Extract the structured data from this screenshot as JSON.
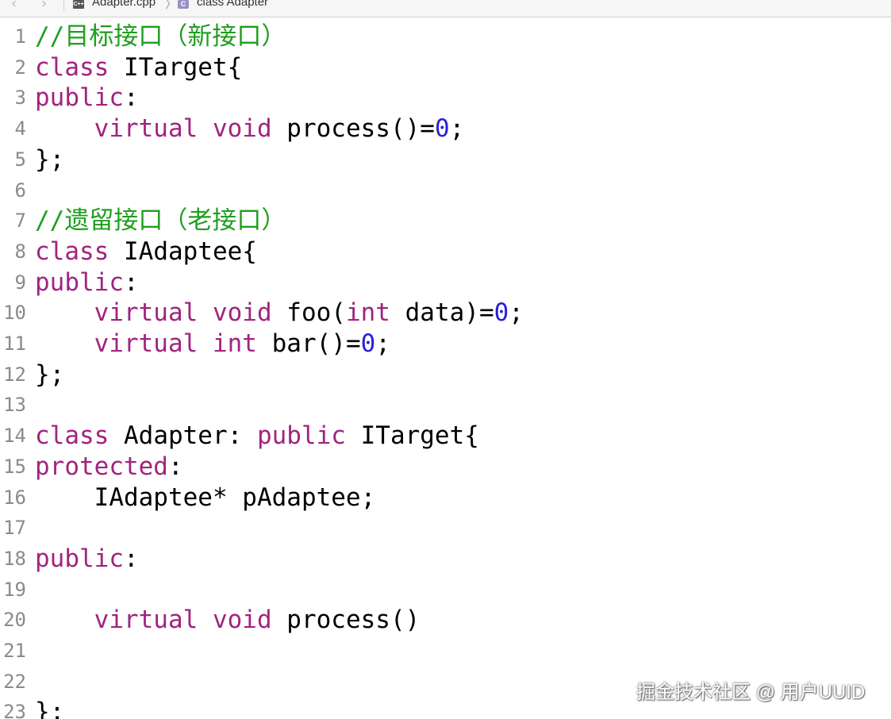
{
  "breadcrumb": {
    "file_icon_label": "C++",
    "file_name": "Adapter.cpp",
    "separator": "〉",
    "class_icon_label": "C",
    "class_name": "class Adapter"
  },
  "colors": {
    "comment": "#1f9e1f",
    "keyword": "#a1247f",
    "number": "#2a1fd6",
    "plain": "#000000",
    "gutter": "#8a8a8a"
  },
  "code_lines": [
    {
      "number": "1",
      "tokens": [
        {
          "t": "comment",
          "v": "//目标接口（新接口）"
        }
      ]
    },
    {
      "number": "2",
      "tokens": [
        {
          "t": "kw",
          "v": "class"
        },
        {
          "t": "plain",
          "v": " ITarget{"
        }
      ]
    },
    {
      "number": "3",
      "tokens": [
        {
          "t": "kw",
          "v": "public"
        },
        {
          "t": "plain",
          "v": ":"
        }
      ]
    },
    {
      "number": "4",
      "tokens": [
        {
          "t": "plain",
          "v": "    "
        },
        {
          "t": "kw",
          "v": "virtual"
        },
        {
          "t": "plain",
          "v": " "
        },
        {
          "t": "kw",
          "v": "void"
        },
        {
          "t": "plain",
          "v": " process()="
        },
        {
          "t": "num",
          "v": "0"
        },
        {
          "t": "plain",
          "v": ";"
        }
      ]
    },
    {
      "number": "5",
      "tokens": [
        {
          "t": "plain",
          "v": "};"
        }
      ]
    },
    {
      "number": "6",
      "tokens": []
    },
    {
      "number": "7",
      "tokens": [
        {
          "t": "comment",
          "v": "//遗留接口（老接口）"
        }
      ]
    },
    {
      "number": "8",
      "tokens": [
        {
          "t": "kw",
          "v": "class"
        },
        {
          "t": "plain",
          "v": " IAdaptee{"
        }
      ]
    },
    {
      "number": "9",
      "tokens": [
        {
          "t": "kw",
          "v": "public"
        },
        {
          "t": "plain",
          "v": ":"
        }
      ]
    },
    {
      "number": "10",
      "tokens": [
        {
          "t": "plain",
          "v": "    "
        },
        {
          "t": "kw",
          "v": "virtual"
        },
        {
          "t": "plain",
          "v": " "
        },
        {
          "t": "kw",
          "v": "void"
        },
        {
          "t": "plain",
          "v": " foo("
        },
        {
          "t": "kw",
          "v": "int"
        },
        {
          "t": "plain",
          "v": " data)="
        },
        {
          "t": "num",
          "v": "0"
        },
        {
          "t": "plain",
          "v": ";"
        }
      ]
    },
    {
      "number": "11",
      "tokens": [
        {
          "t": "plain",
          "v": "    "
        },
        {
          "t": "kw",
          "v": "virtual"
        },
        {
          "t": "plain",
          "v": " "
        },
        {
          "t": "kw",
          "v": "int"
        },
        {
          "t": "plain",
          "v": " bar()="
        },
        {
          "t": "num",
          "v": "0"
        },
        {
          "t": "plain",
          "v": ";"
        }
      ]
    },
    {
      "number": "12",
      "tokens": [
        {
          "t": "plain",
          "v": "};"
        }
      ]
    },
    {
      "number": "13",
      "tokens": []
    },
    {
      "number": "14",
      "tokens": [
        {
          "t": "kw",
          "v": "class"
        },
        {
          "t": "plain",
          "v": " Adapter: "
        },
        {
          "t": "kw",
          "v": "public"
        },
        {
          "t": "plain",
          "v": " ITarget{"
        }
      ]
    },
    {
      "number": "15",
      "tokens": [
        {
          "t": "kw",
          "v": "protected"
        },
        {
          "t": "plain",
          "v": ":"
        }
      ]
    },
    {
      "number": "16",
      "tokens": [
        {
          "t": "plain",
          "v": "    IAdaptee* pAdaptee;"
        }
      ]
    },
    {
      "number": "17",
      "tokens": []
    },
    {
      "number": "18",
      "tokens": [
        {
          "t": "kw",
          "v": "public"
        },
        {
          "t": "plain",
          "v": ":"
        }
      ]
    },
    {
      "number": "19",
      "tokens": []
    },
    {
      "number": "20",
      "tokens": [
        {
          "t": "plain",
          "v": "    "
        },
        {
          "t": "kw",
          "v": "virtual"
        },
        {
          "t": "plain",
          "v": " "
        },
        {
          "t": "kw",
          "v": "void"
        },
        {
          "t": "plain",
          "v": " process()"
        }
      ]
    },
    {
      "number": "21",
      "tokens": []
    },
    {
      "number": "22",
      "tokens": []
    },
    {
      "number": "23",
      "tokens": [
        {
          "t": "plain",
          "v": "};"
        }
      ]
    }
  ],
  "watermark": "掘金技术社区 @ 用户UUID"
}
